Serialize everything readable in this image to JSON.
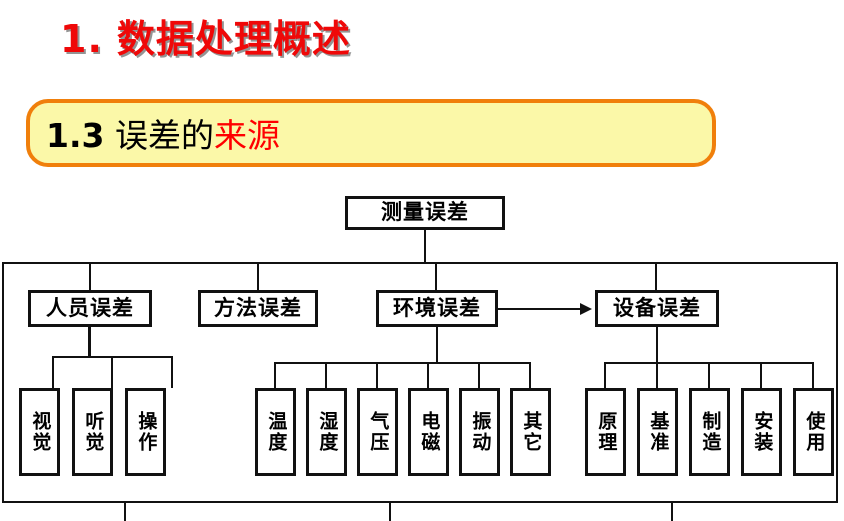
{
  "slide": {
    "title": {
      "number": "1.",
      "text": "数据处理概述",
      "color": "#ef0808"
    },
    "subtitle": {
      "number": "1.3",
      "text_black": "误差的",
      "text_red": "来源",
      "box_fill": "#fbf8a8",
      "box_border": "#f07f0b"
    }
  },
  "diagram": {
    "root": {
      "label": "测量误差"
    },
    "branches": [
      {
        "label": "人员误差",
        "children": [
          {
            "label": "视觉"
          },
          {
            "label": "听觉"
          },
          {
            "label": "操作"
          }
        ]
      },
      {
        "label": "方法误差",
        "children": []
      },
      {
        "label": "环境误差",
        "children": [
          {
            "label": "温度"
          },
          {
            "label": "湿度"
          },
          {
            "label": "气压"
          },
          {
            "label": "电磁"
          },
          {
            "label": "振动"
          },
          {
            "label": "其它"
          }
        ]
      },
      {
        "label": "设备误差",
        "children": [
          {
            "label": "原理"
          },
          {
            "label": "基准"
          },
          {
            "label": "制造"
          },
          {
            "label": "安装"
          },
          {
            "label": "使用"
          }
        ]
      }
    ],
    "arrow": {
      "from": "环境误差",
      "to": "设备误差"
    }
  }
}
